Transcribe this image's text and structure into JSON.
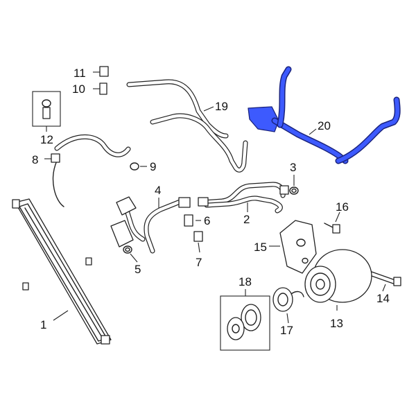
{
  "diagram": {
    "callouts": [
      "1",
      "2",
      "3",
      "4",
      "5",
      "6",
      "7",
      "8",
      "9",
      "10",
      "11",
      "12",
      "13",
      "14",
      "15",
      "16",
      "17",
      "18",
      "19",
      "20"
    ],
    "highlighted_part": "20",
    "highlight_color": "#3d5afe",
    "line_color": "#222222"
  }
}
